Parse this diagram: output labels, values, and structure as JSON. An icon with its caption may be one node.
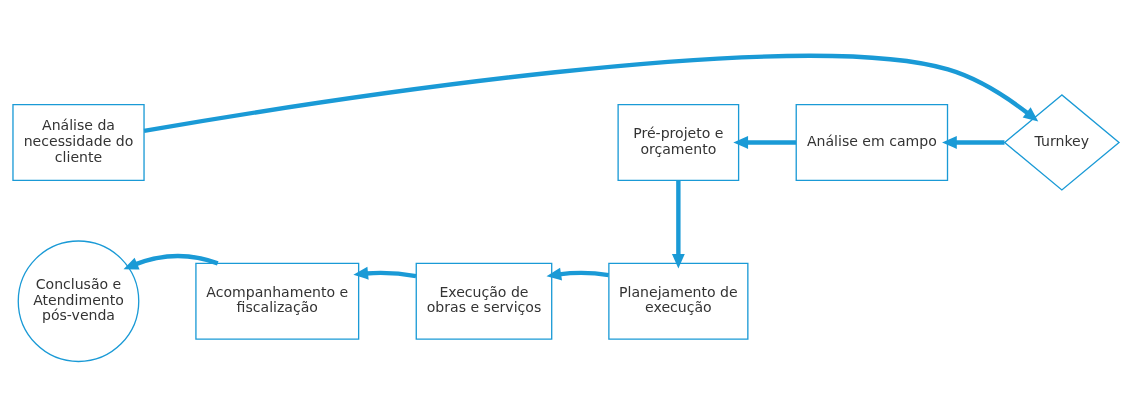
{
  "diagram": {
    "nodes": [
      {
        "text": [
          "Análise da necessidade do cliente"
        ]
      },
      {
        "text": [
          "Turnkey"
        ]
      },
      {
        "text": [
          "Análise em campo"
        ]
      },
      {
        "text": [
          "Pré-projeto e orçamento"
        ]
      },
      {
        "text": [
          "Planejamento de execução"
        ]
      },
      {
        "text": [
          "Execução de obras e serviços"
        ]
      },
      {
        "text": [
          "Acompanhamento e fiscalização"
        ]
      },
      {
        "text": [
          "Conclusão e Atendimento pós-venda"
        ]
      }
    ],
    "edges": [
      {
        "from": 0,
        "to": 1,
        "arrow": "to"
      },
      {
        "from": 1,
        "to": 2,
        "arrow": "to"
      },
      {
        "from": 2,
        "to": 3,
        "arrow": "to"
      },
      {
        "from": 3,
        "to": 4,
        "arrow": "to"
      },
      {
        "from": 4,
        "to": 5,
        "arrow": "to"
      },
      {
        "from": 5,
        "to": 6,
        "arrow": "to"
      },
      {
        "from": 6,
        "to": 7,
        "arrow": "to"
      }
    ]
  }
}
